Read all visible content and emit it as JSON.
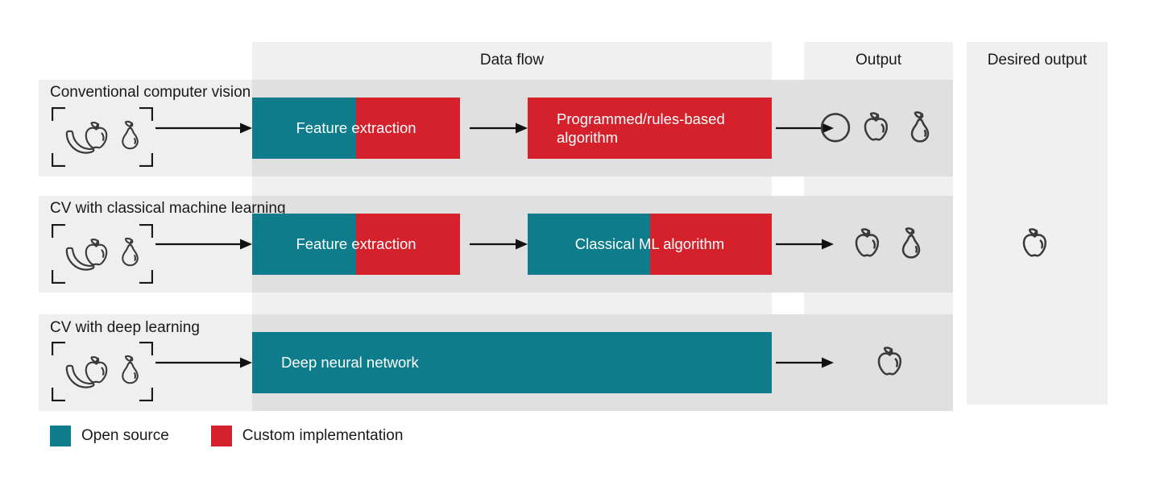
{
  "colors": {
    "open_source": "#0e7c8b",
    "custom_implementation": "#d4212b",
    "band_light": "#f0f0f0",
    "band_row": "#efefef",
    "band_row_inner": "#e0e0e0",
    "text": "#1a1a1a",
    "icon_stroke": "#3a3a3a",
    "arrow": "#111111"
  },
  "columns": {
    "data_flow": "Data flow",
    "output": "Output",
    "desired_output": "Desired output"
  },
  "rows": [
    {
      "label": "Conventional computer vision",
      "input_icon": "fruit-scan-icon",
      "blocks": [
        {
          "label": "Feature extraction",
          "align": "center",
          "teal_fraction": 0.5
        },
        {
          "label": "Programmed/rules-based algorithm",
          "align": "left",
          "teal_fraction": 0.0
        }
      ],
      "output_icons": [
        "circle-icon",
        "apple-icon",
        "pear-icon"
      ],
      "desired_icons": []
    },
    {
      "label": "CV with classical machine learning",
      "input_icon": "fruit-scan-icon",
      "blocks": [
        {
          "label": "Feature extraction",
          "align": "center",
          "teal_fraction": 0.5
        },
        {
          "label": "Classical ML algorithm",
          "align": "center",
          "teal_fraction": 0.5
        }
      ],
      "output_icons": [
        "apple-icon",
        "pear-icon"
      ],
      "desired_icons": [
        "apple-icon"
      ]
    },
    {
      "label": "CV with deep learning",
      "input_icon": "fruit-scan-icon",
      "blocks": [
        {
          "label": "Deep neural network",
          "align": "left",
          "teal_fraction": 1.0
        }
      ],
      "output_icons": [
        "apple-icon"
      ],
      "desired_icons": []
    }
  ],
  "legend": [
    {
      "label": "Open source",
      "color": "#0e7c8b"
    },
    {
      "label": "Custom implementation",
      "color": "#d4212b"
    }
  ]
}
